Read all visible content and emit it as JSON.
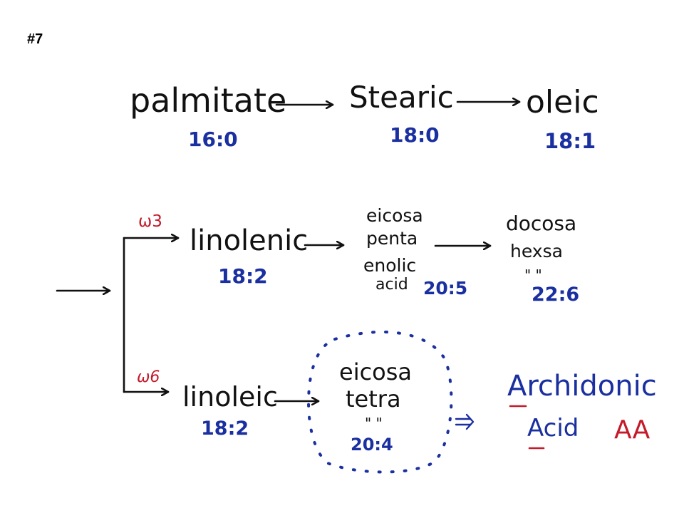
{
  "slide_number": "#7",
  "row1": {
    "palmitate": "palmitate",
    "palmitate_ratio": "16:0",
    "stearic": "Stearic",
    "stearic_ratio": "18:0",
    "oleic": "oleic",
    "oleic_ratio": "18:1"
  },
  "omega3": {
    "label": "ω3",
    "linolenic": "linolenic",
    "linolenic_ratio": "18:2",
    "epa_line1": "eicosa",
    "epa_line2": "penta",
    "epa_line3": "enolic",
    "epa_line4": "acid",
    "epa_ratio": "20:5",
    "dha_line1": "docosa",
    "dha_line2": "hexsa",
    "dha_ditto": "\"  \"",
    "dha_ratio": "22:6"
  },
  "omega6": {
    "label": "ω6",
    "linoleic": "linoleic",
    "linoleic_ratio": "18:2",
    "eta_line1": "eicosa",
    "eta_line2": "tetra",
    "eta_ditto": "\"  \"",
    "eta_ratio": "20:4",
    "aa_line1": "Archidonic",
    "aa_line2": "Acid",
    "aa_abbrev": "AA"
  },
  "colors": {
    "ink": "#111111",
    "blue": "#1a2fa0",
    "red": "#c41a2a"
  }
}
